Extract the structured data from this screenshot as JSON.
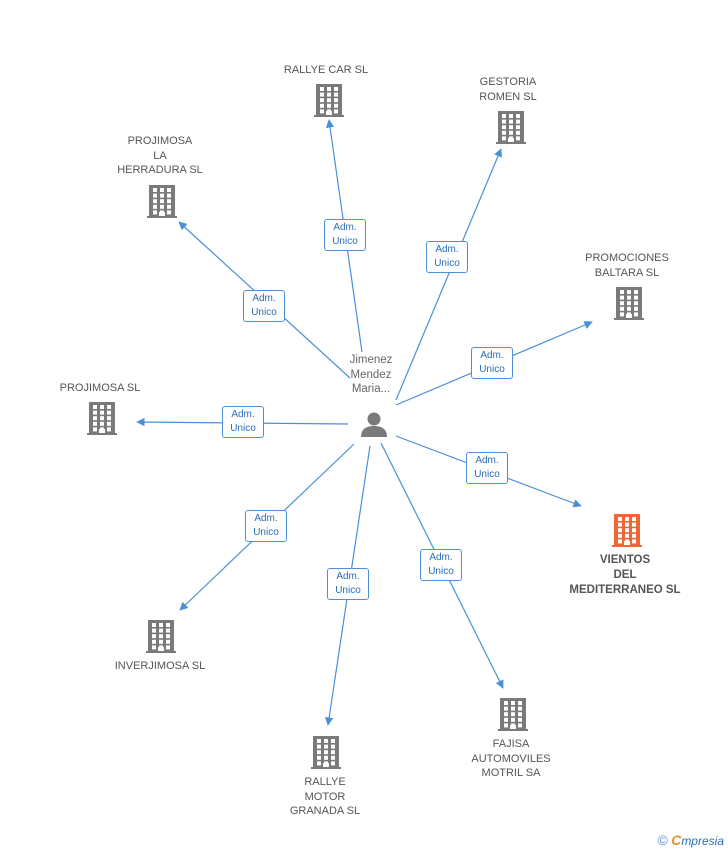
{
  "center": {
    "name": "Jimenez\nMendez\nMaria...",
    "icon": "person-icon"
  },
  "relation_label": "Adm.\nUnico",
  "companies": [
    {
      "id": "rallye-car",
      "name": "RALLYE CAR SL",
      "highlight": false
    },
    {
      "id": "gestoria-romen",
      "name": "GESTORIA\nROMEN SL",
      "highlight": false
    },
    {
      "id": "projimosa-la-herradura",
      "name": "PROJIMOSA\nLA\nHERRADURA SL",
      "highlight": false
    },
    {
      "id": "promociones-baltara",
      "name": "PROMOCIONES\nBALTARA SL",
      "highlight": false
    },
    {
      "id": "projimosa",
      "name": "PROJIMOSA SL",
      "highlight": false
    },
    {
      "id": "vientos-del-mediterraneo",
      "name": "VIENTOS\nDEL\nMEDITERRANEO SL",
      "highlight": true
    },
    {
      "id": "inverjimosa",
      "name": "INVERJIMOSA SL",
      "highlight": false
    },
    {
      "id": "rallye-motor-granada",
      "name": "RALLYE\nMOTOR\nGRANADA SL",
      "highlight": false
    },
    {
      "id": "fajisa-automoviles-motril",
      "name": "FAJISA\nAUTOMOVILES\nMOTRIL SA",
      "highlight": false
    }
  ],
  "colors": {
    "edge": "#4a90d9",
    "building": "#7a7a7a",
    "building_highlight": "#f26535",
    "person": "#7a7a7a"
  },
  "footer": {
    "copyright": "©",
    "brand_first": "C",
    "brand_rest": "mpresia"
  }
}
